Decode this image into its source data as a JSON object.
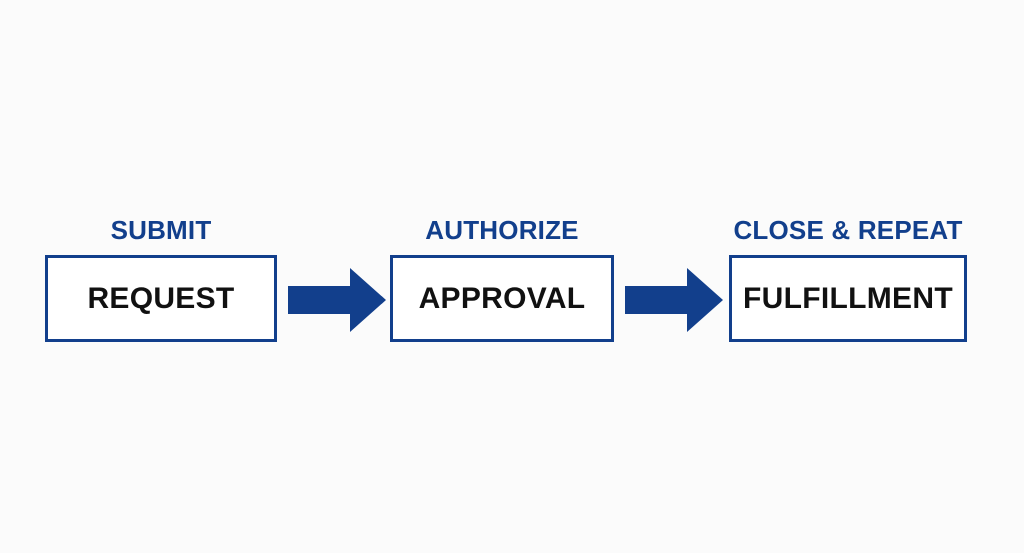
{
  "colors": {
    "accent": "#123f8c",
    "box_text": "#111111",
    "background": "#fbfbfb"
  },
  "steps": [
    {
      "stage": "SUBMIT",
      "label": "REQUEST"
    },
    {
      "stage": "AUTHORIZE",
      "label": "APPROVAL"
    },
    {
      "stage": "CLOSE & REPEAT",
      "label": "FULFILLMENT"
    }
  ]
}
